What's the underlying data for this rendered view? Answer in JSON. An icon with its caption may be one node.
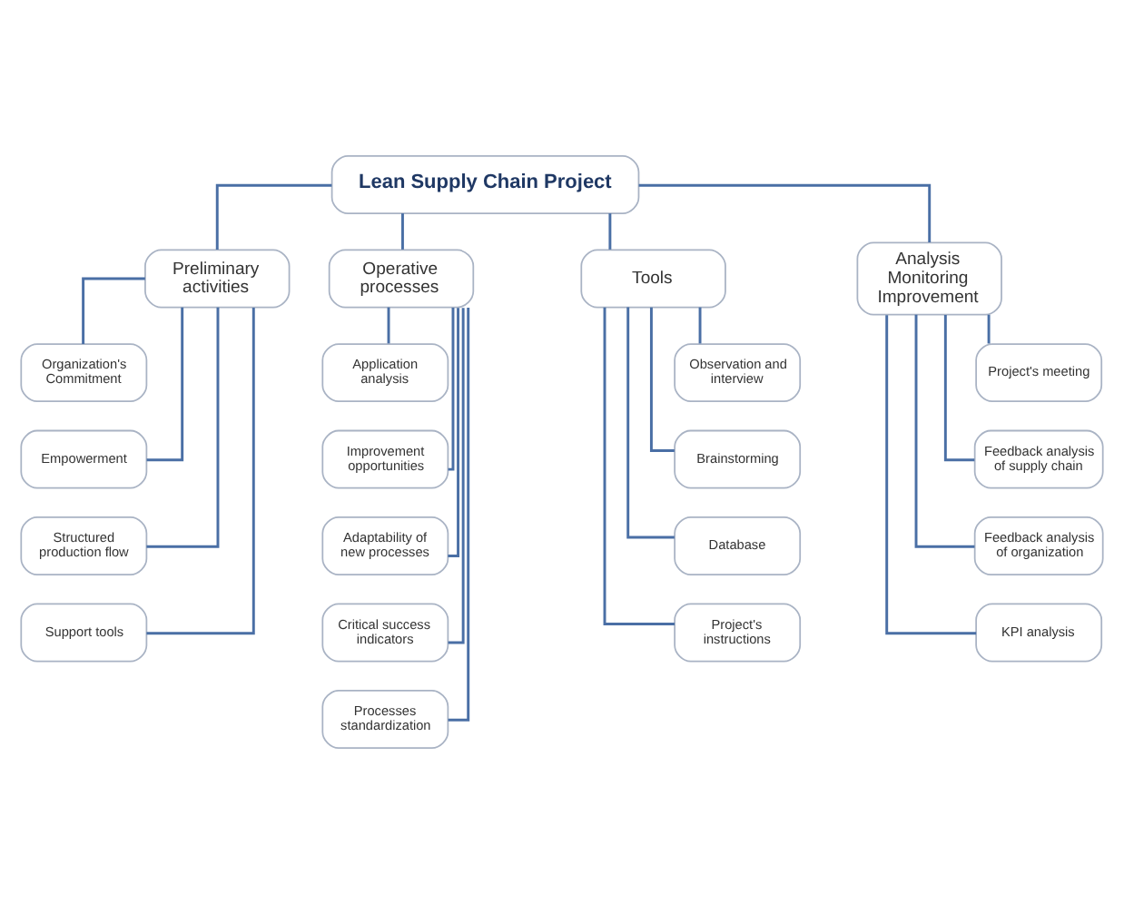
{
  "diagram": {
    "nodes": [
      {
        "text": [
          "Lean Supply Chain Project"
        ]
      },
      {
        "text": [
          "Preliminary activities"
        ]
      },
      {
        "text": [
          "Organization's Commitment"
        ]
      },
      {
        "text": [
          "Empowerment"
        ]
      },
      {
        "text": [
          "Structured production flow"
        ]
      },
      {
        "text": [
          "Support tools"
        ]
      },
      {
        "text": [
          "Operative processes"
        ]
      },
      {
        "text": [
          "Application analysis"
        ]
      },
      {
        "text": [
          "Improvement opportunities"
        ]
      },
      {
        "text": [
          "Adaptability of new processes"
        ]
      },
      {
        "text": [
          "Critical success indicators"
        ]
      },
      {
        "text": [
          "Processes standardization"
        ]
      },
      {
        "text": [
          "Tools"
        ]
      },
      {
        "text": [
          "Observation and interview"
        ]
      },
      {
        "text": [
          "Brainstorming"
        ]
      },
      {
        "text": [
          "Database"
        ]
      },
      {
        "text": [
          "Project's instructions"
        ]
      },
      {
        "text": [
          "Analysis Monitoring Improvement"
        ]
      },
      {
        "text": [
          "Project's meeting"
        ]
      },
      {
        "text": [
          "Feedback analysis of supply chain"
        ]
      },
      {
        "text": [
          "Feedback analysis of organization"
        ]
      },
      {
        "text": [
          "KPI analysis"
        ]
      }
    ],
    "edges": [
      {
        "from": 0,
        "to": 1,
        "arrow": "none"
      },
      {
        "from": 0,
        "to": 6,
        "arrow": "none"
      },
      {
        "from": 0,
        "to": 12,
        "arrow": "none"
      },
      {
        "from": 0,
        "to": 17,
        "arrow": "none"
      },
      {
        "from": 1,
        "to": 2,
        "arrow": "none"
      },
      {
        "from": 1,
        "to": 3,
        "arrow": "none"
      },
      {
        "from": 1,
        "to": 4,
        "arrow": "none"
      },
      {
        "from": 1,
        "to": 5,
        "arrow": "none"
      },
      {
        "from": 6,
        "to": 7,
        "arrow": "none"
      },
      {
        "from": 6,
        "to": 8,
        "arrow": "none"
      },
      {
        "from": 6,
        "to": 9,
        "arrow": "none"
      },
      {
        "from": 6,
        "to": 10,
        "arrow": "none"
      },
      {
        "from": 6,
        "to": 11,
        "arrow": "none"
      },
      {
        "from": 12,
        "to": 13,
        "arrow": "none"
      },
      {
        "from": 12,
        "to": 14,
        "arrow": "none"
      },
      {
        "from": 12,
        "to": 15,
        "arrow": "none"
      },
      {
        "from": 12,
        "to": 16,
        "arrow": "none"
      },
      {
        "from": 17,
        "to": 18,
        "arrow": "none"
      },
      {
        "from": 17,
        "to": 19,
        "arrow": "none"
      },
      {
        "from": 17,
        "to": 20,
        "arrow": "none"
      },
      {
        "from": 17,
        "to": 21,
        "arrow": "none"
      }
    ]
  }
}
